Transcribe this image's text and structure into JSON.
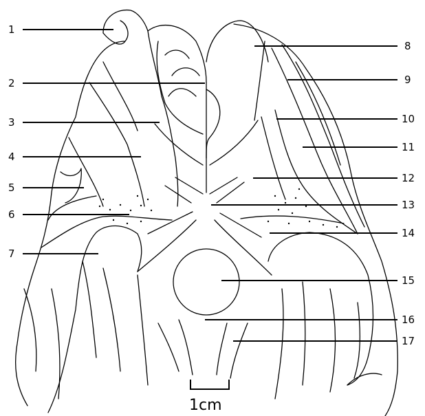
{
  "labels": {
    "l1": "1",
    "l2": "2",
    "l3": "3",
    "l4": "4",
    "l5": "5",
    "l6": "6",
    "l7": "7",
    "l8": "8",
    "l9": "9",
    "l10": "10",
    "l11": "11",
    "l12": "12",
    "l13": "13",
    "l14": "14",
    "l15": "15",
    "l16": "16",
    "l17": "17"
  },
  "scale_bar": {
    "label": "1cm"
  }
}
